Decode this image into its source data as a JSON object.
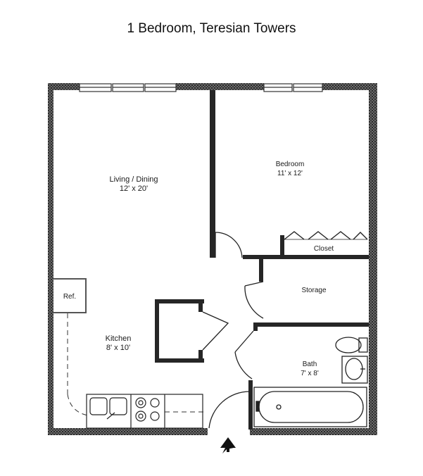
{
  "title": "1 Bedroom, Teresian Towers",
  "rooms": {
    "living": {
      "name": "Living / Dining",
      "size": "12' x 20'"
    },
    "bedroom": {
      "name": "Bedroom",
      "size": "11' x 12'"
    },
    "closet": {
      "name": "Closet"
    },
    "storage": {
      "name": "Storage"
    },
    "kitchen": {
      "name": "Kitchen",
      "size": "8' x 10'"
    },
    "bath": {
      "name": "Bath",
      "size": "7' x 8'"
    },
    "ref": {
      "name": "Ref."
    }
  },
  "icons": {
    "entry": "entry-arrow-icon"
  },
  "colors": {
    "wall": "#2b2b2b",
    "wall_texture": "#8a8a8a",
    "line": "#222222"
  }
}
